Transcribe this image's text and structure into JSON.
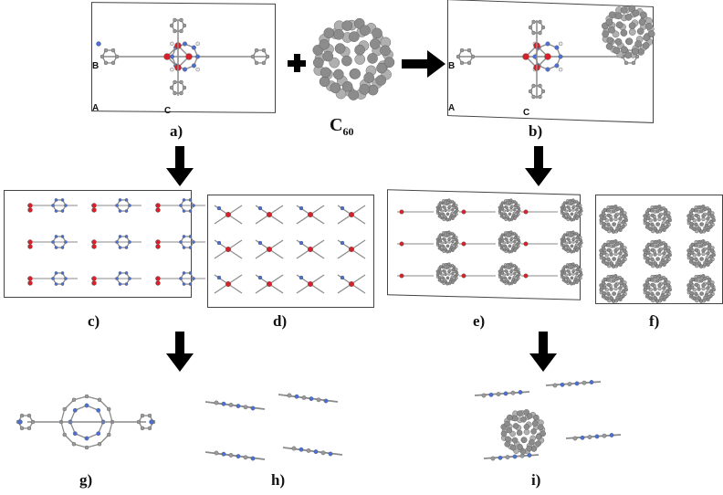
{
  "panels": {
    "a": "a)",
    "b": "b)",
    "c": "c)",
    "d": "d)",
    "e": "e)",
    "f": "f)",
    "g": "g)",
    "h": "h)",
    "i": "i)"
  },
  "axes": {
    "A": "A",
    "B": "B",
    "C": "C"
  },
  "fullerene": {
    "symbol": "C",
    "subscript": "60"
  },
  "colors": {
    "carbon": "#9a9a9a",
    "oxygen": "#d8202a",
    "nitrogen": "#4a6fd6",
    "hydrogen": "#e8e8e8",
    "arrow": "#000000"
  }
}
